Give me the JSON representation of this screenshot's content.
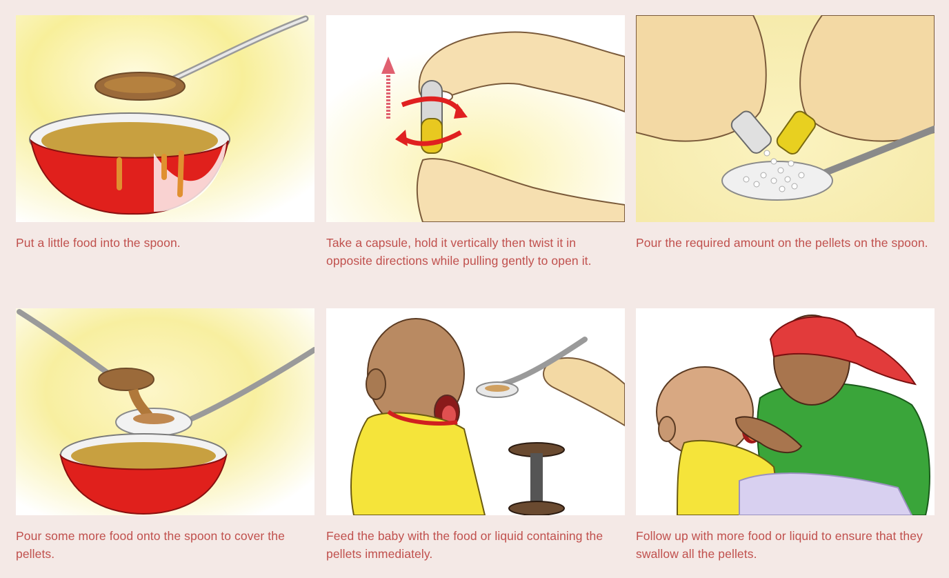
{
  "steps": [
    {
      "icon": "spoon-over-bowl-illustration",
      "caption": "Put a little food into the spoon."
    },
    {
      "icon": "open-capsule-illustration",
      "caption": "Take a capsule, hold it vertically then twist it in opposite directions while pulling gently to open it."
    },
    {
      "icon": "pour-pellets-illustration",
      "caption": "Pour the required amount on the pellets on the spoon."
    },
    {
      "icon": "cover-pellets-illustration",
      "caption": "Pour some more food onto the spoon to cover the pellets."
    },
    {
      "icon": "feed-baby-illustration",
      "caption": "Feed the baby with the food or liquid containing the pellets immediately."
    },
    {
      "icon": "follow-up-feeding-illustration",
      "caption": "Follow up with more food or liquid to ensure that they swallow all the pellets."
    }
  ],
  "colors": {
    "background": "#f4e9e6",
    "caption_text": "#c0504d",
    "bowl_red": "#e0201c",
    "shirt_yellow": "#f5e43a",
    "headscarf_red": "#e23b3b",
    "dress_green": "#3aa53a"
  }
}
